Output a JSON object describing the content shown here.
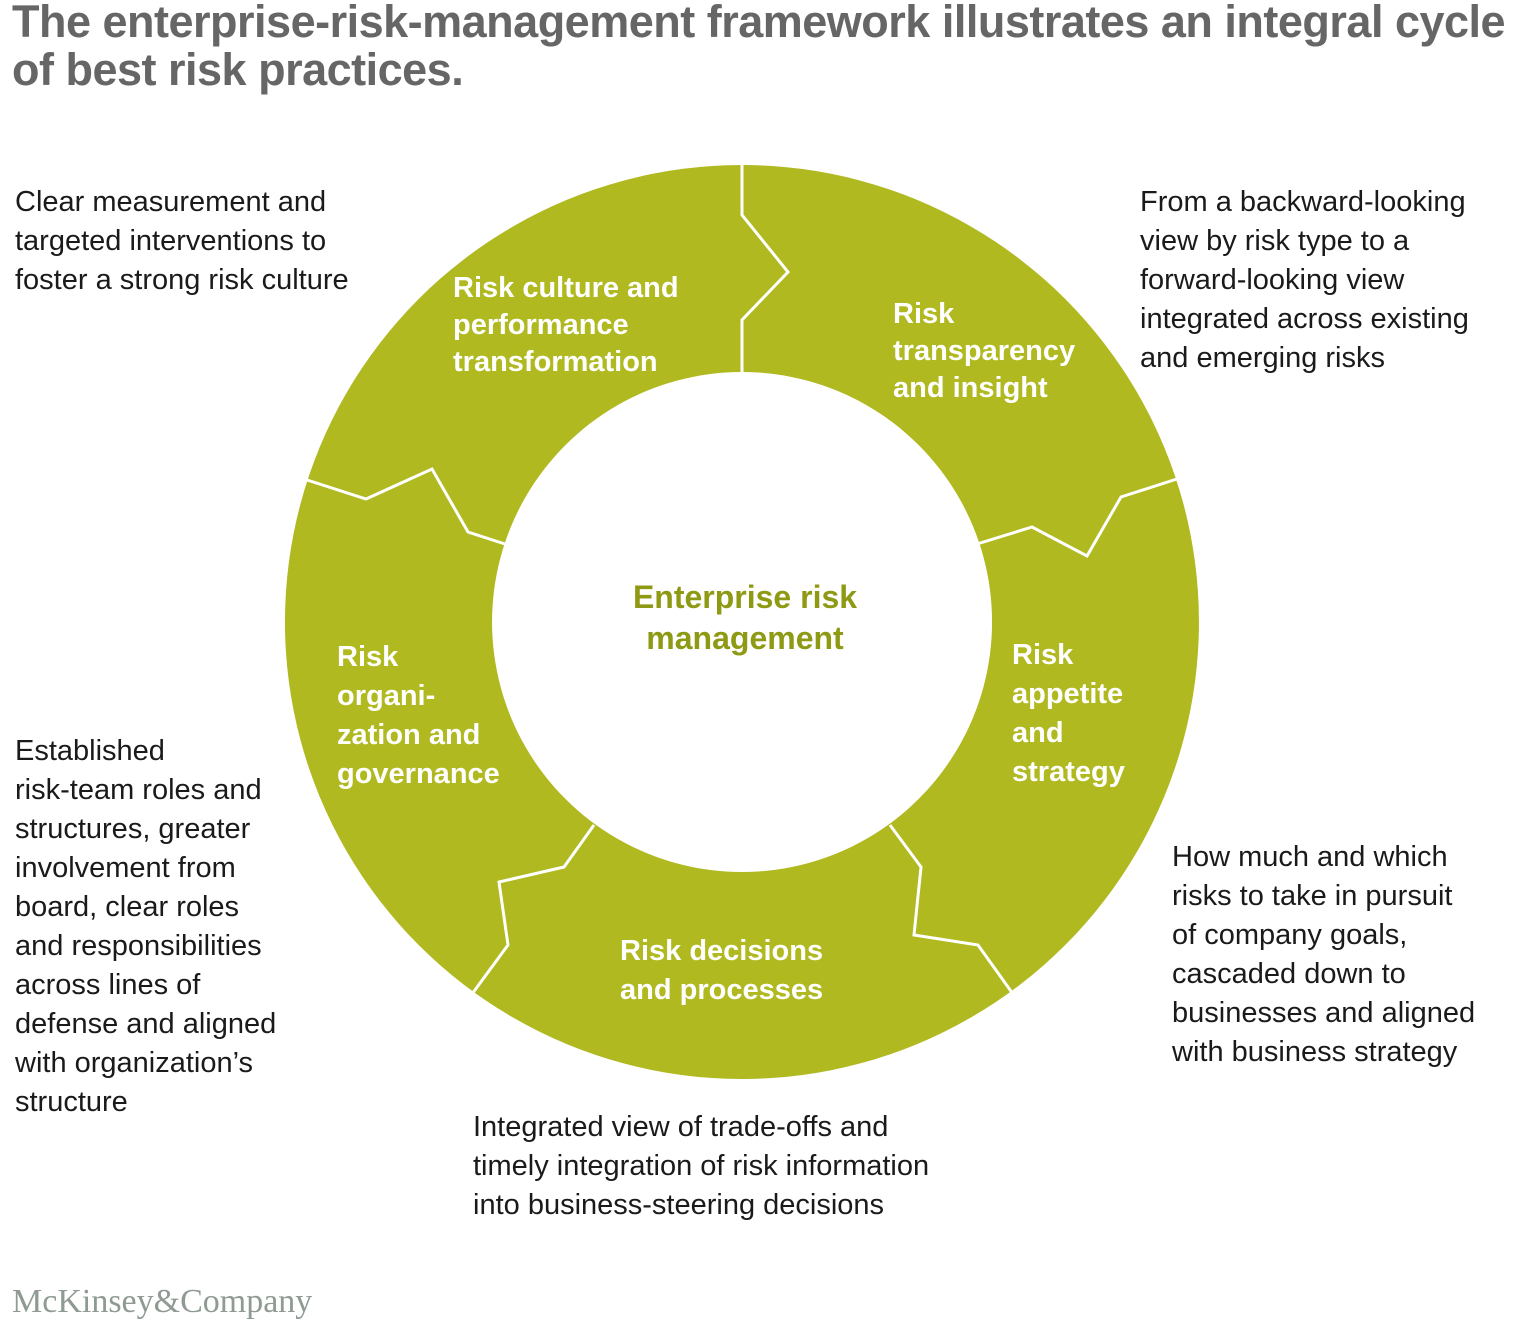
{
  "title": "The enterprise-risk-management framework illustrates an integral cycle of best risk practices.",
  "colors": {
    "ring": "#b0b91f",
    "center_text": "#8f9a14",
    "title": "#666666"
  },
  "center_label": "Enterprise risk\nmanagement",
  "segments": [
    {
      "label": "Risk culture and\nperformance\ntransformation",
      "description": "Clear measurement and\ntargeted interventions to\nfoster a strong risk culture"
    },
    {
      "label": "Risk\ntransparency\nand insight",
      "description": "From a backward-looking\nview by risk type to a\nforward-looking view\nintegrated across existing\nand emerging risks"
    },
    {
      "label": "Risk\nappetite\nand\nstrategy",
      "description": "How much and which\nrisks to take in pursuit\nof company goals,\ncascaded down to\nbusinesses and aligned\nwith business strategy"
    },
    {
      "label": "Risk decisions\nand processes",
      "description": "Integrated view of trade-offs and\ntimely integration of risk information\ninto business-steering decisions"
    },
    {
      "label": "Risk\norgani-\nzation and\ngovernance",
      "description": "Established\nrisk-team roles and\nstructures, greater\ninvolvement from\nboard, clear roles\nand responsibilities\nacross lines of\ndefense and aligned\nwith organization’s\nstructure"
    }
  ],
  "logo": "McKinsey&Company"
}
